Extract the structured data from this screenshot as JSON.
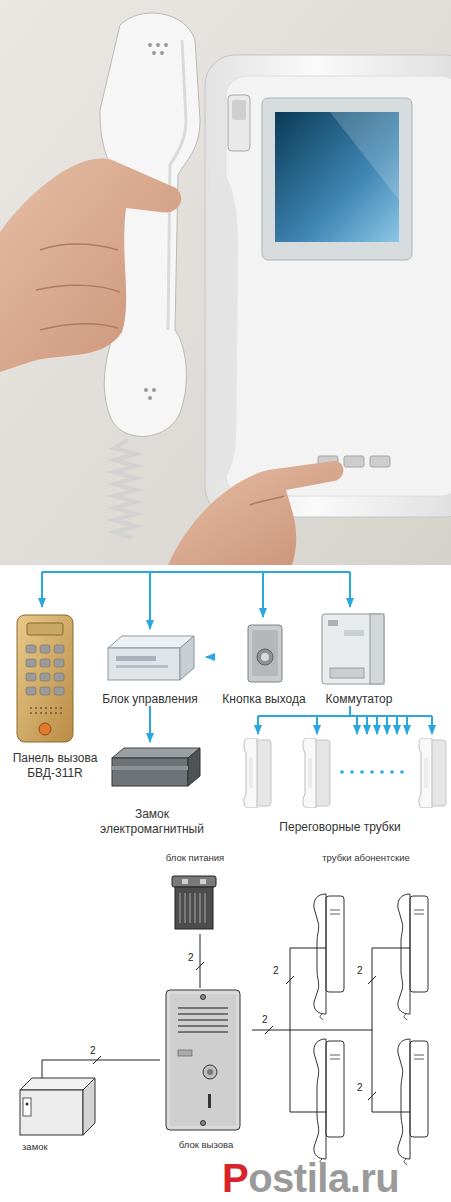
{
  "diagram": {
    "nodes": [
      {
        "text": [
          "Панель вызова БВД-311R"
        ]
      },
      {
        "text": [
          "Блок управления"
        ]
      },
      {
        "text": [
          "Кнопка выхода"
        ]
      },
      {
        "text": [
          "Коммутатор"
        ]
      },
      {
        "text": [
          "Замок электромагнитный"
        ]
      },
      {
        "text": [
          "Переговорные трубки"
        ]
      },
      {
        "text": [
          "блок питания"
        ]
      },
      {
        "text": [
          "трубки абонентские"
        ]
      },
      {
        "text": [
          "замок"
        ]
      },
      {
        "text": [
          "блок вызова"
        ]
      }
    ],
    "edges": [
      {
        "from": 2,
        "to": 1,
        "arrow": "to"
      },
      {
        "from": 1,
        "to": 4,
        "arrow": "to"
      },
      {
        "from": 3,
        "to": 5,
        "arrow": "to"
      },
      {
        "from": 6,
        "to": 9,
        "label": "2",
        "arrow": "none"
      },
      {
        "from": 8,
        "to": 9,
        "label": "2",
        "arrow": "none"
      },
      {
        "from": 9,
        "to": 7,
        "label": "2",
        "arrow": "none"
      }
    ],
    "labels": [
      "2",
      "2",
      "2",
      "Postila.ru"
    ]
  }
}
